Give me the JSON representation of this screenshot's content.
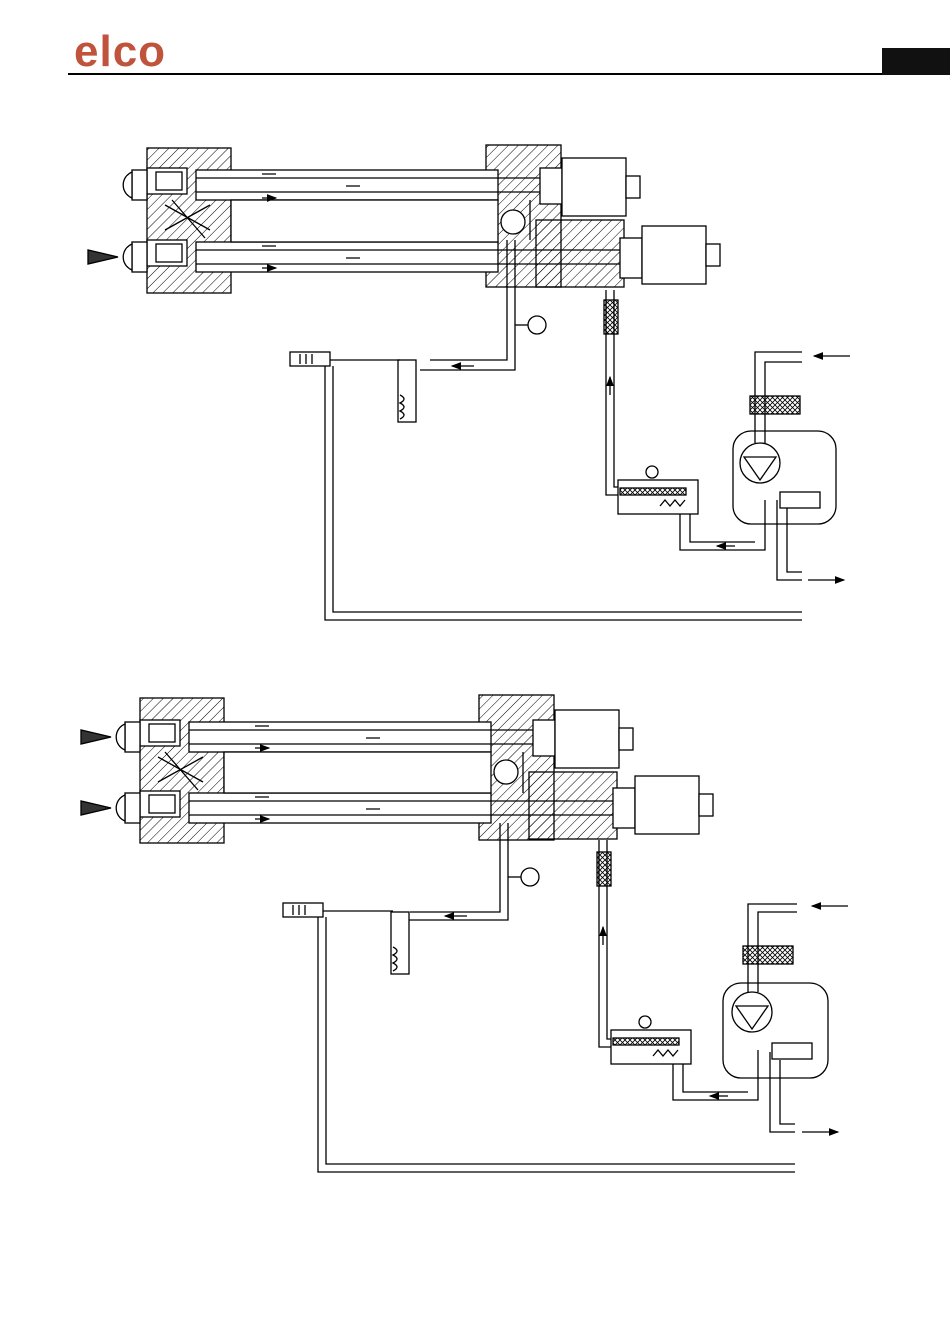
{
  "header": {
    "logo_text": "elco",
    "brand_color": "#c0533b"
  },
  "diagrams": [
    {
      "id": "diagram-top",
      "atomizers_spraying": 1
    },
    {
      "id": "diagram-bottom",
      "atomizers_spraying": 2
    }
  ]
}
